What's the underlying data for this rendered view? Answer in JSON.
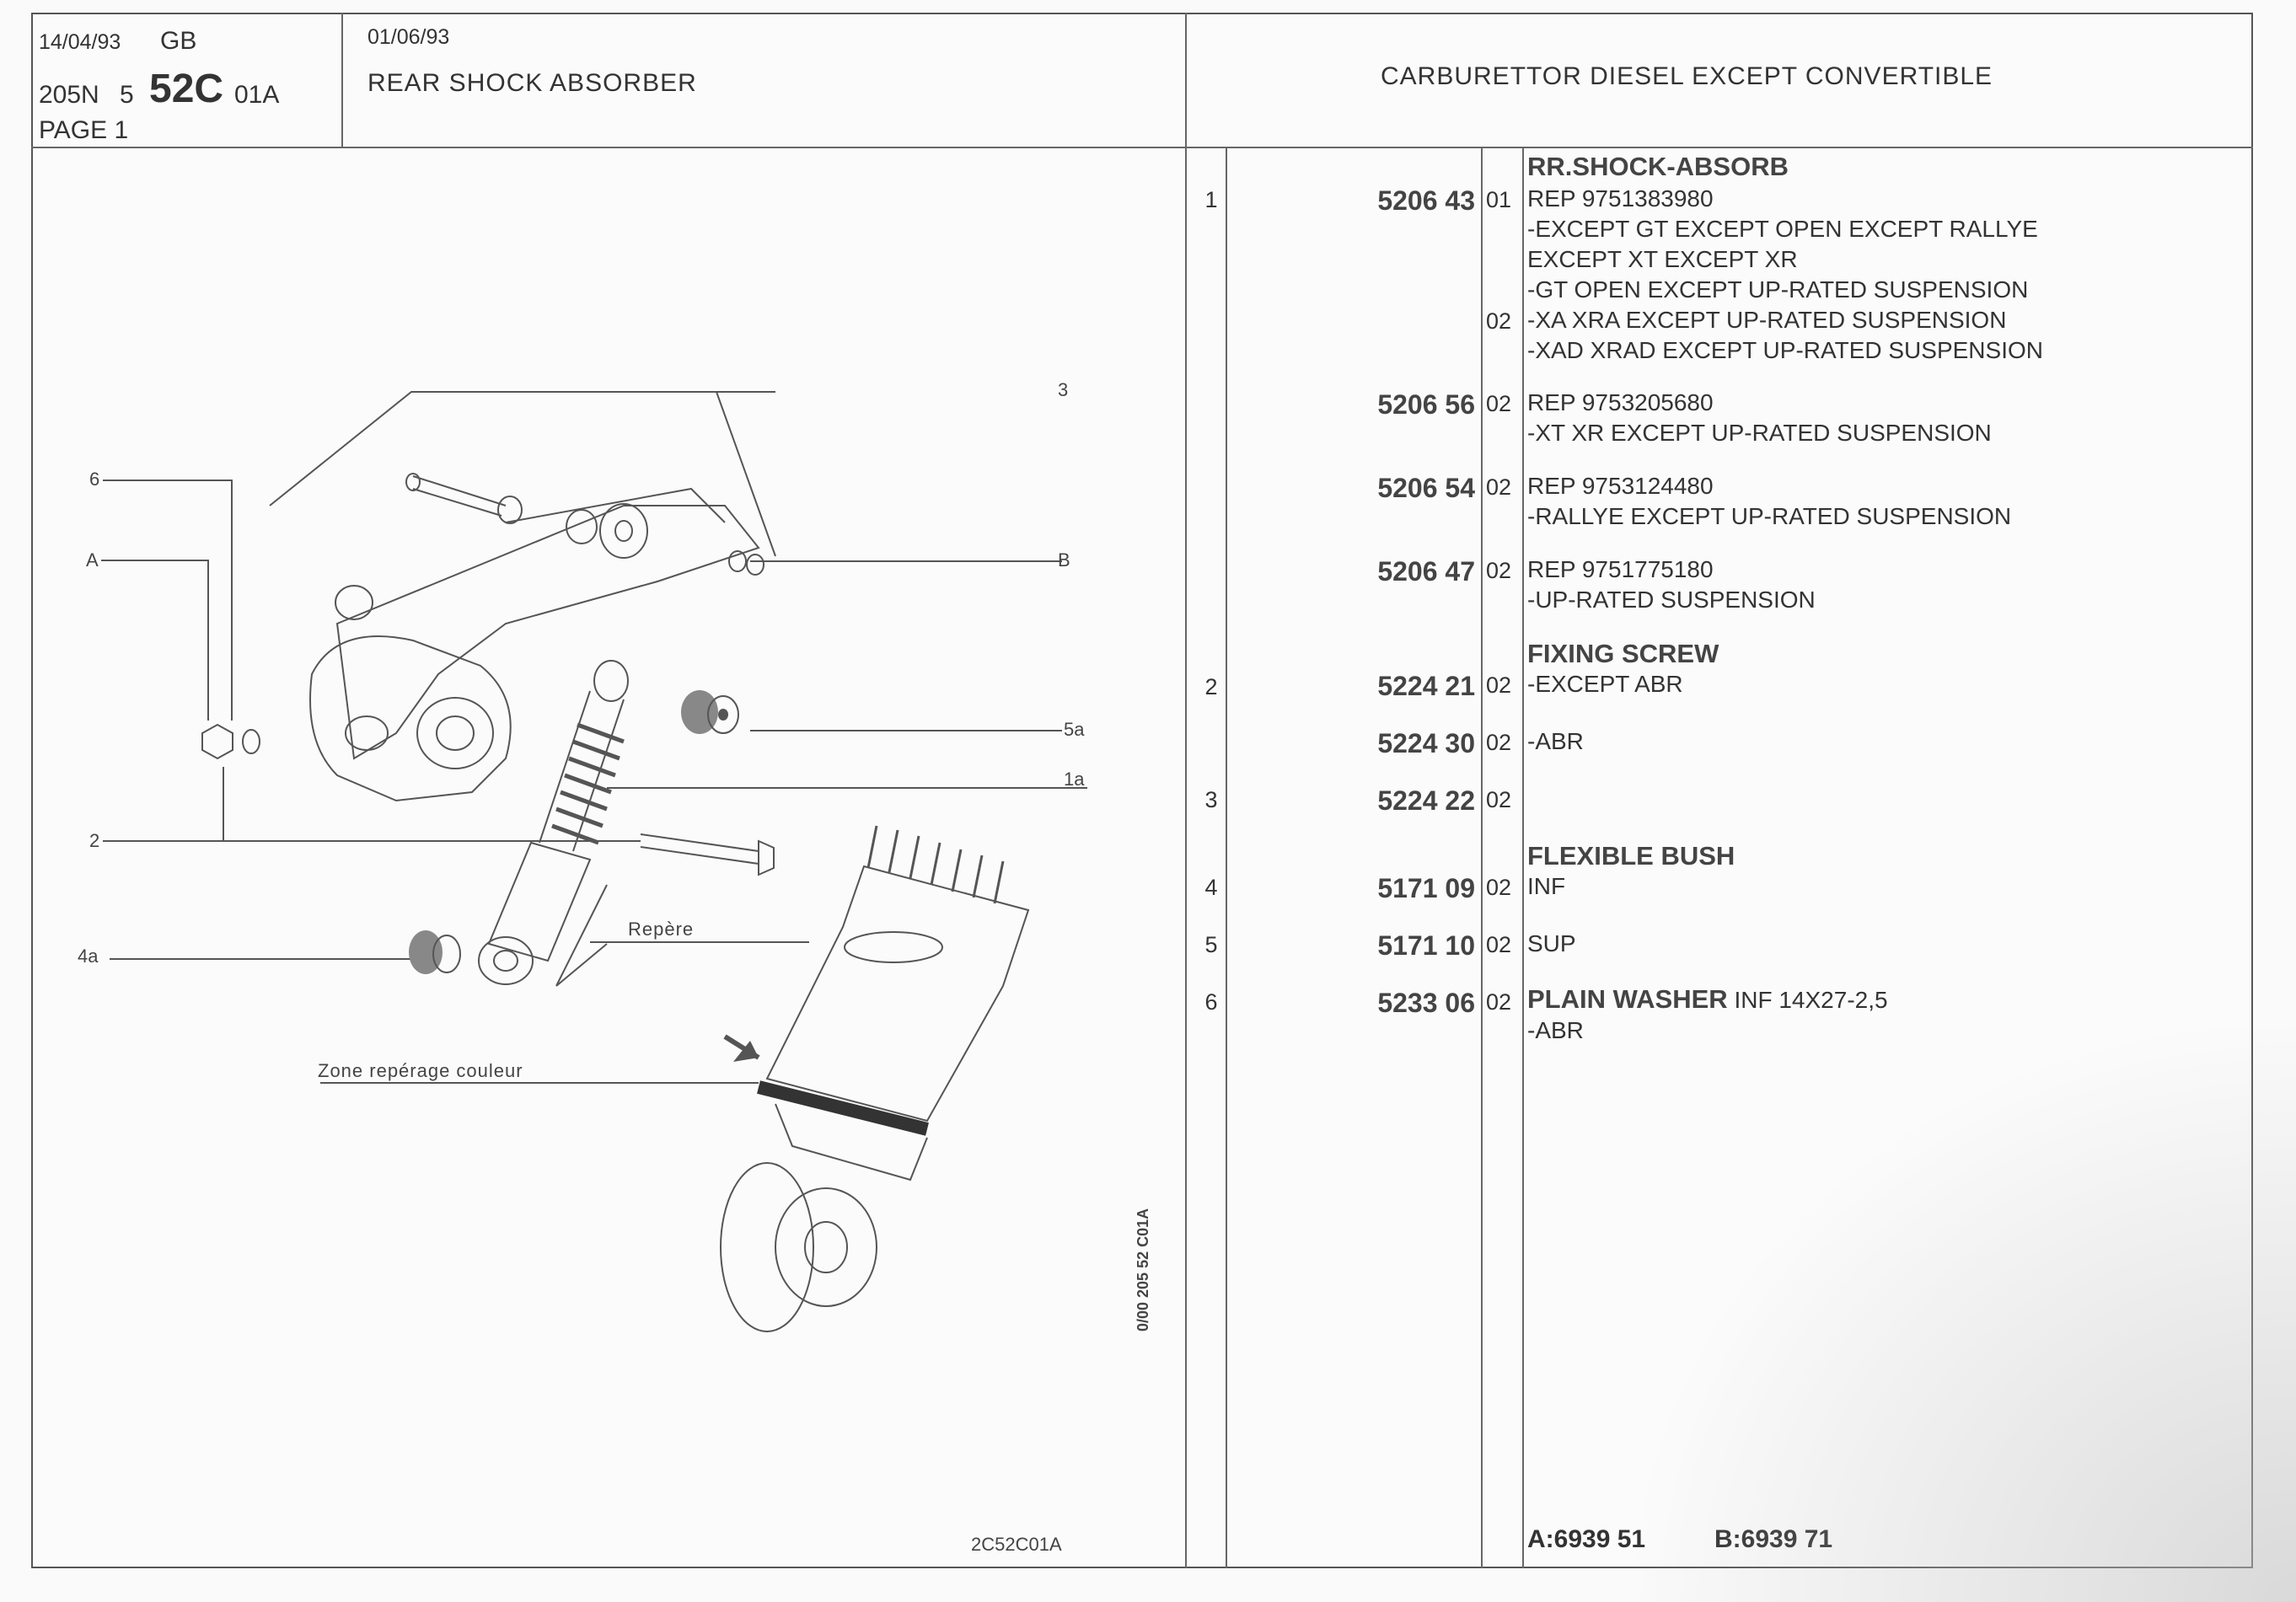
{
  "header": {
    "date": "14/04/93",
    "lang": "GB",
    "model": "205N",
    "model_num": "5",
    "section": "52C",
    "section_suffix": "01A",
    "page": "PAGE 1",
    "issue_date": "01/06/93",
    "title": "REAR SHOCK ABSORBER",
    "variant": "CARBURETTOR DIESEL EXCEPT CONVERTIBLE"
  },
  "drawing": {
    "labels": [
      "3",
      "6",
      "A",
      "B",
      "5a",
      "1a",
      "2",
      "4a",
      "Repère",
      "Zone repérage couleur"
    ],
    "side_code": "0/00 205 52 C01A",
    "drawing_ref": "2C52C01A"
  },
  "parts": [
    {
      "no": "1",
      "pn": "5206 43",
      "code": "01",
      "heading": "RR.SHOCK-ABSORB",
      "lines": [
        "REP 9751383980",
        "-EXCEPT GT EXCEPT OPEN EXCEPT RALLYE",
        "EXCEPT XT EXCEPT XR",
        "-GT OPEN EXCEPT UP-RATED SUSPENSION"
      ]
    },
    {
      "no": "",
      "pn": "",
      "code": "02",
      "heading": "",
      "lines": [
        "-XA XRA EXCEPT UP-RATED SUSPENSION",
        "-XAD XRAD EXCEPT UP-RATED SUSPENSION"
      ]
    },
    {
      "no": "",
      "pn": "5206 56",
      "code": "02",
      "heading": "",
      "lines": [
        "REP 9753205680",
        "-XT XR EXCEPT UP-RATED SUSPENSION"
      ]
    },
    {
      "no": "",
      "pn": "5206 54",
      "code": "02",
      "heading": "",
      "lines": [
        "REP 9753124480",
        "-RALLYE EXCEPT UP-RATED SUSPENSION"
      ]
    },
    {
      "no": "",
      "pn": "5206 47",
      "code": "02",
      "heading": "",
      "lines": [
        "REP 9751775180",
        "-UP-RATED SUSPENSION"
      ]
    },
    {
      "no": "2",
      "pn": "5224 21",
      "code": "02",
      "heading": "FIXING SCREW",
      "lines": [
        "-EXCEPT ABR"
      ]
    },
    {
      "no": "",
      "pn": "5224 30",
      "code": "02",
      "heading": "",
      "lines": [
        "-ABR"
      ]
    },
    {
      "no": "3",
      "pn": "5224 22",
      "code": "02",
      "heading": "",
      "lines": []
    },
    {
      "no": "4",
      "pn": "5171 09",
      "code": "02",
      "heading": "FLEXIBLE BUSH",
      "lines": [
        "INF"
      ]
    },
    {
      "no": "5",
      "pn": "5171 10",
      "code": "02",
      "heading": "",
      "lines": [
        "SUP"
      ]
    },
    {
      "no": "6",
      "pn": "5233 06",
      "code": "02",
      "heading": "PLAIN WASHER",
      "heading_suffix": "INF 14X27-2,5",
      "lines": [
        "-ABR"
      ]
    }
  ],
  "footer": {
    "a_ref": "A:6939 51",
    "b_ref": "B:6939 71"
  }
}
